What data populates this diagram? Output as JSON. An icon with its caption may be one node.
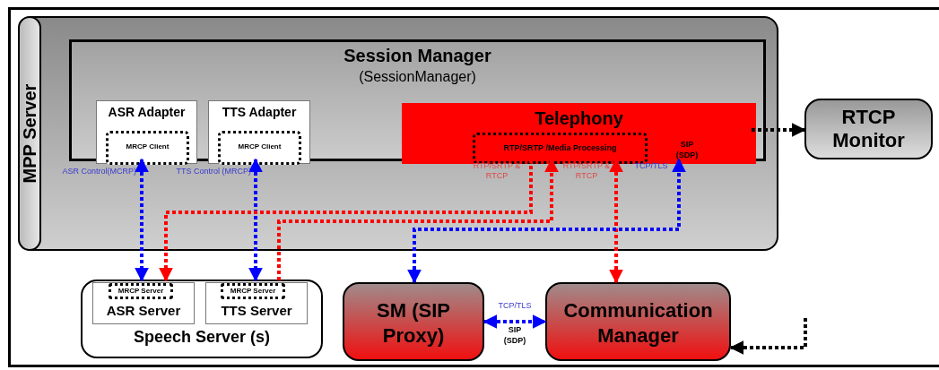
{
  "diagram": {
    "nodes": [
      {
        "text": [
          "MPP Server"
        ]
      },
      {
        "text": [
          "Session Manager",
          "(SessionManager)"
        ],
        "in": 0
      },
      {
        "text": [
          "ASR Adapter"
        ],
        "in": 1
      },
      {
        "text": [
          "MRCP Client"
        ],
        "in": 2
      },
      {
        "text": [
          "TTS Adapter"
        ],
        "in": 1
      },
      {
        "text": [
          "MRCP Client"
        ],
        "in": 4
      },
      {
        "text": [
          "Telephony",
          "SIP (SDP)"
        ],
        "in": 1
      },
      {
        "text": [
          "RTP/SRTP /Media Processing"
        ],
        "in": 6
      },
      {
        "text": [
          "RTCP Monitor"
        ]
      },
      {
        "text": [
          "Speech Server (s)"
        ]
      },
      {
        "text": [
          "ASR Server"
        ],
        "in": 9
      },
      {
        "text": [
          "MRCP Server"
        ],
        "in": 10
      },
      {
        "text": [
          "TTS Server"
        ],
        "in": 9
      },
      {
        "text": [
          "MRCP Server"
        ],
        "in": 12
      },
      {
        "text": [
          "SM (SIP Proxy)"
        ]
      },
      {
        "text": [
          "Communication Manager"
        ]
      }
    ],
    "edges": [
      {
        "from": 3,
        "to": 11,
        "arrow": "both",
        "label": "ASR Control(MCRP)",
        "style": "dashed",
        "color": "#0000ff"
      },
      {
        "from": 5,
        "to": 13,
        "arrow": "both",
        "label": "TTS Control (MRCP)",
        "style": "dashed",
        "color": "#0000ff"
      },
      {
        "from": 7,
        "to": 11,
        "arrow": "to",
        "label": "RTP/SRTP & RTCP",
        "style": "dashed",
        "color": "#ff0000"
      },
      {
        "from": 13,
        "to": 7,
        "arrow": "to",
        "style": "dashed",
        "color": "#ff0000"
      },
      {
        "from": 6,
        "to": 15,
        "arrow": "both",
        "label": "RTP/SRTP & RTCP",
        "style": "dashed",
        "color": "#ff0000"
      },
      {
        "from": 14,
        "to": 6,
        "arrow": "both",
        "label": "TCP/TLS",
        "style": "dashed",
        "color": "#0000ff"
      },
      {
        "from": 14,
        "to": 15,
        "arrow": "both",
        "label": "TCP/TLS",
        "style": "dashed",
        "color": "#0000ff"
      },
      {
        "from": 6,
        "to": 8,
        "arrow": "to",
        "style": "dashed",
        "color": "#000000"
      },
      {
        "from": null,
        "to": 15,
        "arrow": "to",
        "style": "dashed",
        "color": "#000000"
      }
    ],
    "labels": [
      "SIP (SDP)"
    ]
  }
}
